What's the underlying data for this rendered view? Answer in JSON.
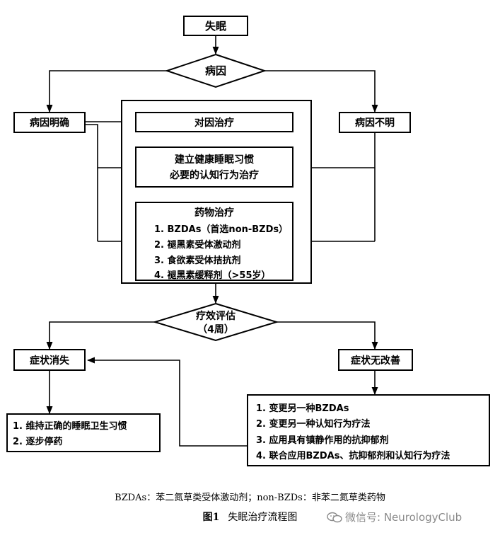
{
  "nodes": {
    "insomnia": "失眠",
    "cause": "病因",
    "cause_clear": "病因明确",
    "cause_unclear": "病因不明",
    "causal_treatment": "对因治疗",
    "habits_line1": "建立健康睡眠习惯",
    "habits_line2": "必要的认知行为治疗",
    "drug_title": "药物治疗",
    "drug_items": [
      "1. BZDAs（首选non-BZDs）",
      "2. 褪黑素受体激动剂",
      "3. 食欲素受体拮抗剂",
      "4. 褪黑素缓释剂（>55岁）"
    ],
    "efficacy_line1": "疗效评估",
    "efficacy_line2": "（4周）",
    "symptoms_gone": "症状消失",
    "no_improvement": "症状无改善",
    "maintain_items": [
      "1. 维持正确的睡眠卫生习惯",
      "2. 逐步停药"
    ],
    "change_items": [
      "1. 变更另一种BZDAs",
      "2. 变更另一种认知行为疗法",
      "3. 应用具有镇静作用的抗抑郁剂",
      "4. 联合应用BZDAs、抗抑郁剂和认知行为疗法"
    ]
  },
  "footnote": "BZDAs：苯二氮草类受体激动剂；non-BZDs：非苯二氮草类药物",
  "caption": {
    "label": "图1",
    "title": "失眠治疗流程图"
  },
  "watermark": "微信号: NeurologyClub"
}
